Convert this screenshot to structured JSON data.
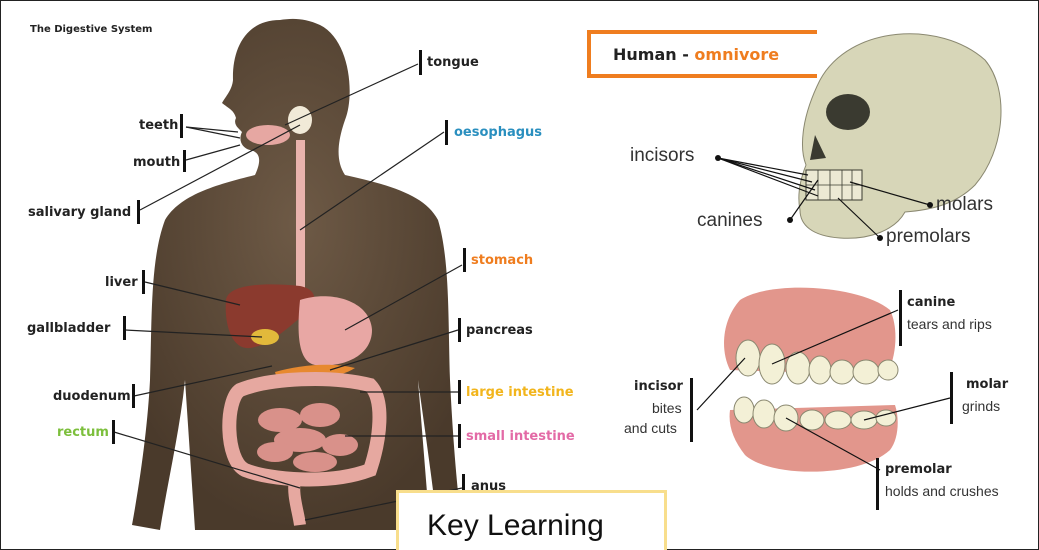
{
  "left_title": "The Digestive System",
  "organs": {
    "tongue": "tongue",
    "teeth": "teeth",
    "oesophagus": "oesophagus",
    "mouth": "mouth",
    "salivary_gland": "salivary gland",
    "stomach": "stomach",
    "liver": "liver",
    "gallbladder": "gallbladder",
    "pancreas": "pancreas",
    "duodenum": "duodenum",
    "large_intestine": "large intestine",
    "rectum": "rectum",
    "small_intestine": "small intestine",
    "anus": "anus"
  },
  "skull": {
    "heading_prefix": "Human - ",
    "heading_highlight": "omnivore",
    "incisors": "incisors",
    "canines": "canines",
    "molars": "molars",
    "premolars": "premolars"
  },
  "teeth_diagram": {
    "canine_title": "canine",
    "canine_desc": "tears and rips",
    "incisor_title": "incisor",
    "incisor_desc1": "bites",
    "incisor_desc2": "and cuts",
    "molar_title": "molar",
    "molar_desc": "grinds",
    "premolar_title": "premolar",
    "premolar_desc": "holds and crushes"
  },
  "key_learning": "Key Learning",
  "colors": {
    "oesophagus": "#2a8fbf",
    "stomach": "#ef7d1f",
    "large_intestine": "#f2b51c",
    "rectum": "#7cbf3c",
    "small_intestine": "#e36aa6",
    "omnivore": "#ef7d1f",
    "body": "#5a4634"
  }
}
